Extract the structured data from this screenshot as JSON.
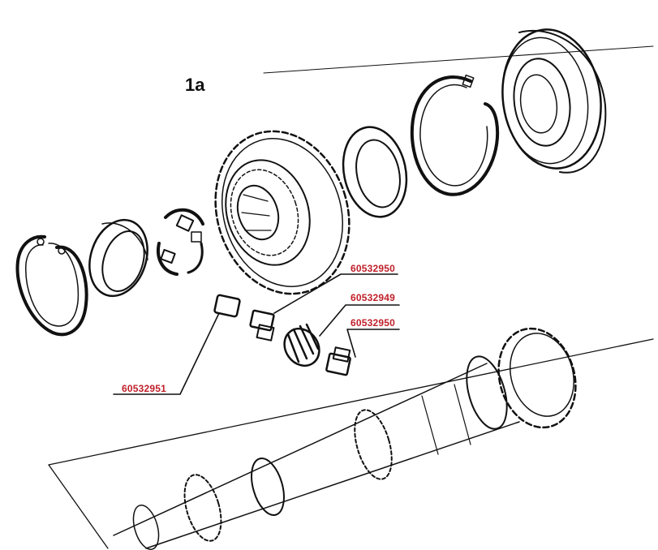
{
  "figure": {
    "label": "1a",
    "line_color": "#111111",
    "callout_color": "#c0202a"
  },
  "callouts": [
    {
      "part_number": "60532950",
      "target": "sleeve-left"
    },
    {
      "part_number": "60532949",
      "target": "spring"
    },
    {
      "part_number": "60532950",
      "target": "sleeve-right"
    },
    {
      "part_number": "60532951",
      "target": "key-block"
    }
  ]
}
